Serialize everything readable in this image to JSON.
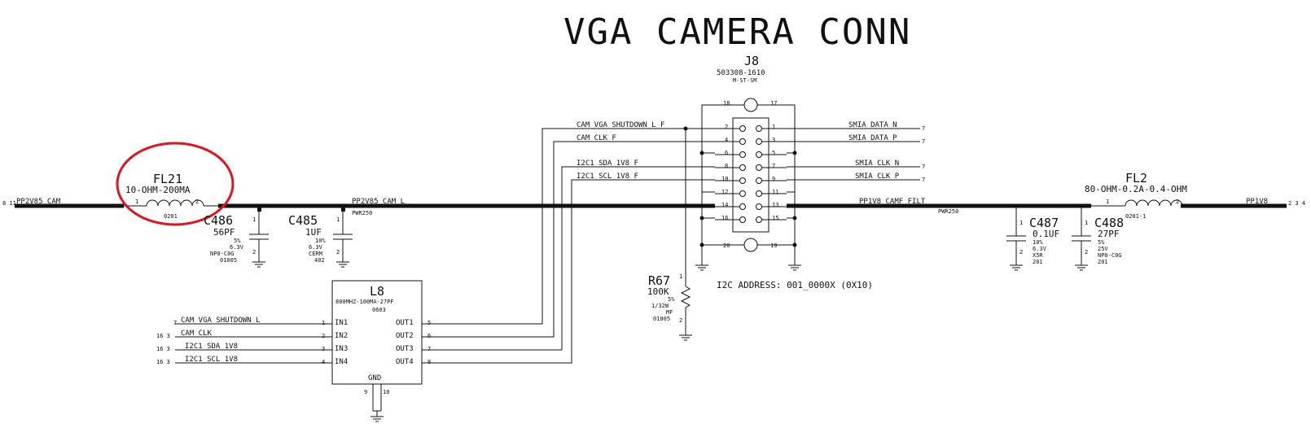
{
  "title": "VGA CAMERA CONN",
  "connector": {
    "ref": "J8",
    "part": "503308-1610",
    "type": "M-ST-SM",
    "top_pins": [
      "18",
      "17"
    ],
    "bottom_pins": [
      "20",
      "19"
    ],
    "left_pins": [
      "2",
      "4",
      "6",
      "8",
      "10",
      "12",
      "14",
      "16"
    ],
    "right_pins": [
      "1",
      "3",
      "5",
      "7",
      "9",
      "11",
      "13",
      "15"
    ]
  },
  "left_nets": [
    "CAM_VGA_SHUTDOWN_L_F",
    "CAM_CLK_F",
    "I2C1_SDA_1V8_F",
    "I2C1_SCL_1V8_F"
  ],
  "right_nets": [
    "SMIA_DATA_N",
    "SMIA_DATA_P",
    "SMIA_CLK_N",
    "SMIA_CLK_P"
  ],
  "right_net_refs": [
    "7",
    "7",
    "7",
    "7"
  ],
  "fl21": {
    "ref": "FL21",
    "value": "10-OHM-200MA",
    "pkg": "0201",
    "pin1": "1",
    "pin2": "2"
  },
  "fl2": {
    "ref": "FL2",
    "value": "80-OHM-0.2A-0.4-OHM",
    "pkg": "0201-1",
    "pin1": "1",
    "pin2": "2"
  },
  "c486": {
    "ref": "C486",
    "value": "56PF",
    "specs": [
      "5%",
      "6.3V",
      "NP0-C0G",
      "01005"
    ],
    "pin1": "1",
    "pin2": "2"
  },
  "c485": {
    "ref": "C485",
    "value": "1UF",
    "specs": [
      "10%",
      "6.3V",
      "CERM",
      "402"
    ],
    "pin1": "1",
    "pin2": "2"
  },
  "c487": {
    "ref": "C487",
    "value": "0.1UF",
    "specs": [
      "10%",
      "6.3V",
      "X5R",
      "201"
    ],
    "pin1": "1",
    "pin2": "2"
  },
  "c488": {
    "ref": "C488",
    "value": "27PF",
    "specs": [
      "5%",
      "25V",
      "NP0-C0G",
      "201"
    ],
    "pin1": "1",
    "pin2": "2"
  },
  "r67": {
    "ref": "R67",
    "value": "100K",
    "specs": [
      "5%",
      "1/32W",
      "MF",
      "01005"
    ],
    "pin1": "1",
    "pin2": "2"
  },
  "l8": {
    "ref": "L8",
    "value": "800MHZ-100MA-27PF",
    "pkg": "0603",
    "in_pins": [
      "IN1",
      "IN2",
      "IN3",
      "IN4"
    ],
    "out_pins": [
      "OUT1",
      "OUT2",
      "OUT3",
      "OUT4"
    ],
    "in_nums": [
      "1",
      "2",
      "3",
      "4"
    ],
    "out_nums": [
      "5",
      "6",
      "7",
      "8"
    ],
    "gnd": "GND",
    "gnd_pins": [
      "9",
      "10"
    ]
  },
  "l8_input_nets": [
    "CAM_VGA_SHUTDOWN_L",
    "CAM_CLK",
    "I2C1_SDA_1V8",
    "I2C1_SCL_1V8"
  ],
  "l8_input_refs": [
    "7",
    "16 3",
    "16 3",
    "16 3"
  ],
  "rails": {
    "left_in": "PP2V85_CAM",
    "left_in_ref": "8 11",
    "left_filt": "PP2V85_CAM_L",
    "left_width": "PWR250",
    "right_filt": "PP1V8_CAMF_FILT",
    "right_width": "PWR250",
    "right_out": "PP1V8",
    "right_out_ref": "2 3 4"
  },
  "i2c_note": "I2C ADDRESS: 001_0000X (0X10)",
  "colors": {
    "wire": "#111111",
    "highlight": "#e0141e",
    "background": "#ffffff"
  }
}
